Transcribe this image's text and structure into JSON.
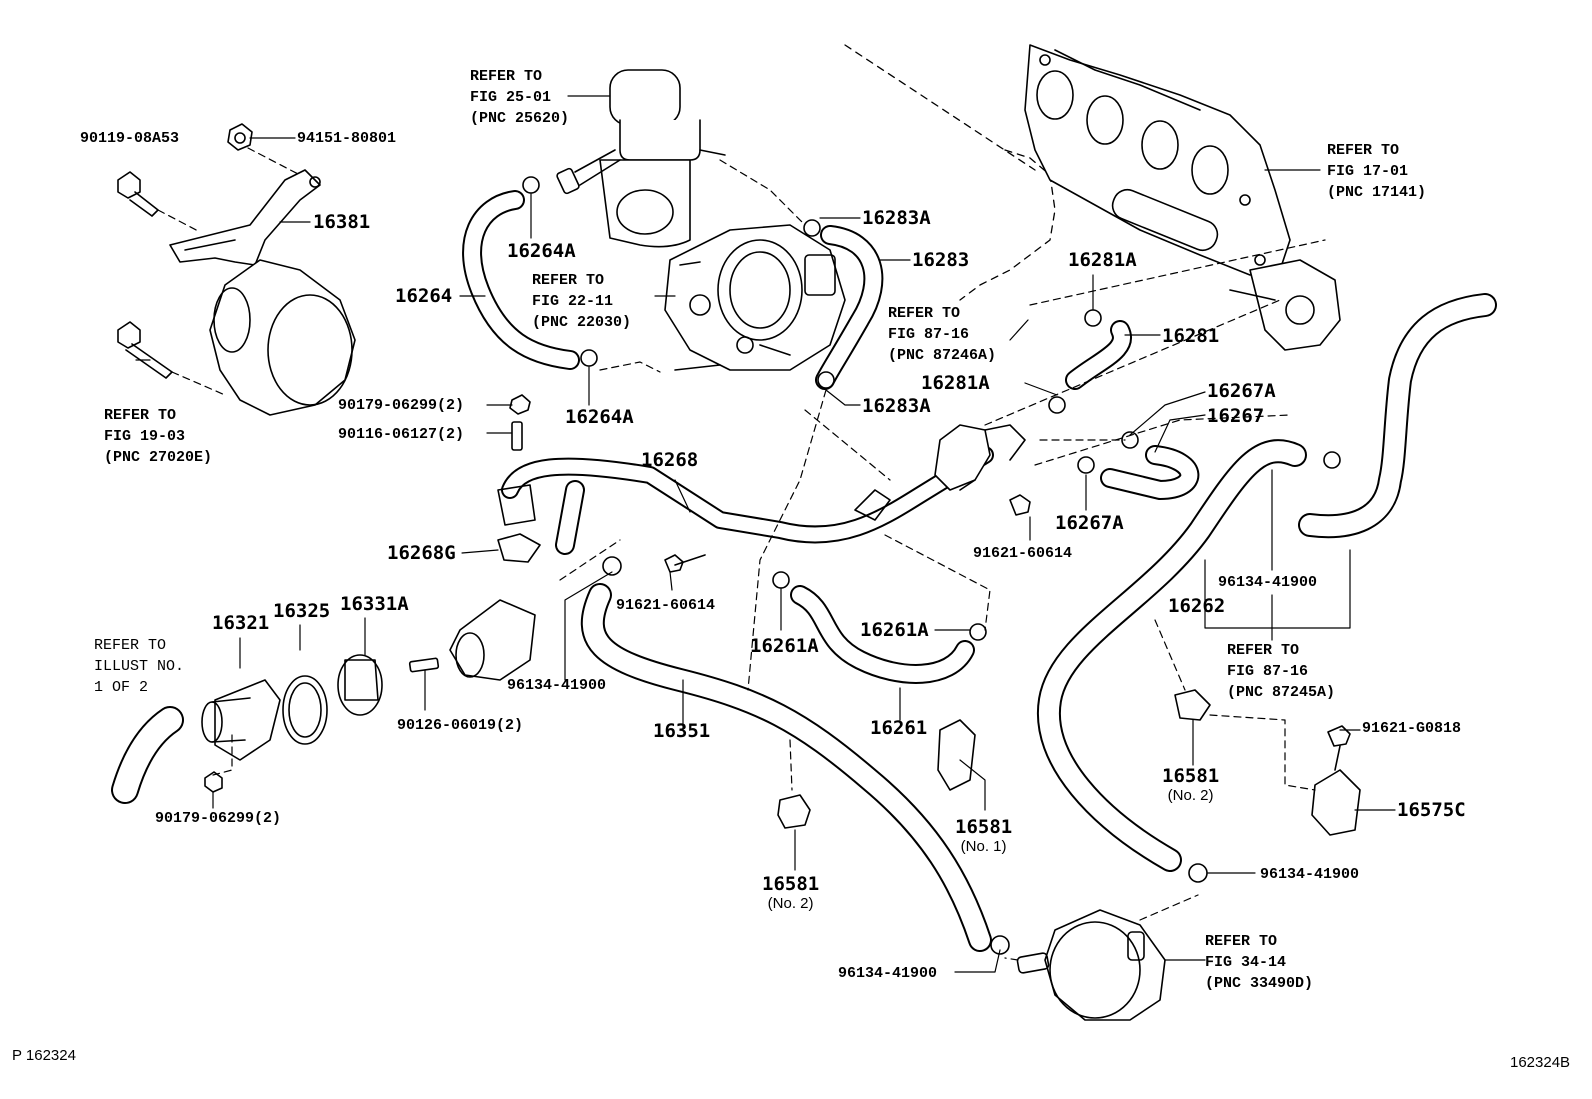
{
  "footer": {
    "left": "P 162324",
    "right": "162324B"
  },
  "refs": {
    "r25": [
      "REFER TO",
      "FIG 25-01",
      "(PNC 25620)"
    ],
    "r22": [
      "REFER TO",
      "FIG 22-11",
      "(PNC 22030)"
    ],
    "r17": [
      "REFER TO",
      "FIG 17-01",
      "(PNC 17141)"
    ],
    "r87a": [
      "REFER TO",
      "FIG 87-16",
      "(PNC 87246A)"
    ],
    "r19": [
      "REFER TO",
      "FIG 19-03",
      "(PNC 27020E)"
    ],
    "ril": [
      "REFER TO",
      "ILLUST NO.",
      "1 OF 2"
    ],
    "r87b": [
      "REFER TO",
      "FIG 87-16",
      "(PNC 87245A)"
    ],
    "r34": [
      "REFER TO",
      "FIG 34-14",
      "(PNC 33490D)"
    ]
  },
  "labels": {
    "p90119": "90119-08A53",
    "p94151": "94151-80801",
    "p16381": "16381",
    "p16264A_top": "16264A",
    "p16264": "16264",
    "p16264A_bot": "16264A",
    "p16283A_top": "16283A",
    "p16283": "16283",
    "p16283A_bot": "16283A",
    "p16281A_top": "16281A",
    "p16281": "16281",
    "p16281A_bot": "16281A",
    "p16267A_top": "16267A",
    "p16267": "16267",
    "p16267A_bot": "16267A",
    "p90179a": "90179-06299(2)",
    "p90116": "90116-06127(2)",
    "p16268": "16268",
    "p16268G": "16268G",
    "p91621a": "91621-60614",
    "p91621b": "91621-60614",
    "p16321": "16321",
    "p16325": "16325",
    "p16331A": "16331A",
    "p90126": "90126-06019(2)",
    "p96134a": "96134-41900",
    "p16261A_l": "16261A",
    "p16261A_r": "16261A",
    "p16261": "16261",
    "p16351": "16351",
    "p16262": "16262",
    "p96134b": "96134-41900",
    "p16581_a": "16581",
    "p16581_a_sub": "(No. 2)",
    "p16581_b": "16581",
    "p16581_b_sub": "(No. 1)",
    "p16581_c": "16581",
    "p16581_c_sub": "(No. 2)",
    "p91621G": "91621-G0818",
    "p16575C": "16575C",
    "p96134c": "96134-41900",
    "p96134d": "96134-41900",
    "p90179b": "90179-06299(2)"
  }
}
